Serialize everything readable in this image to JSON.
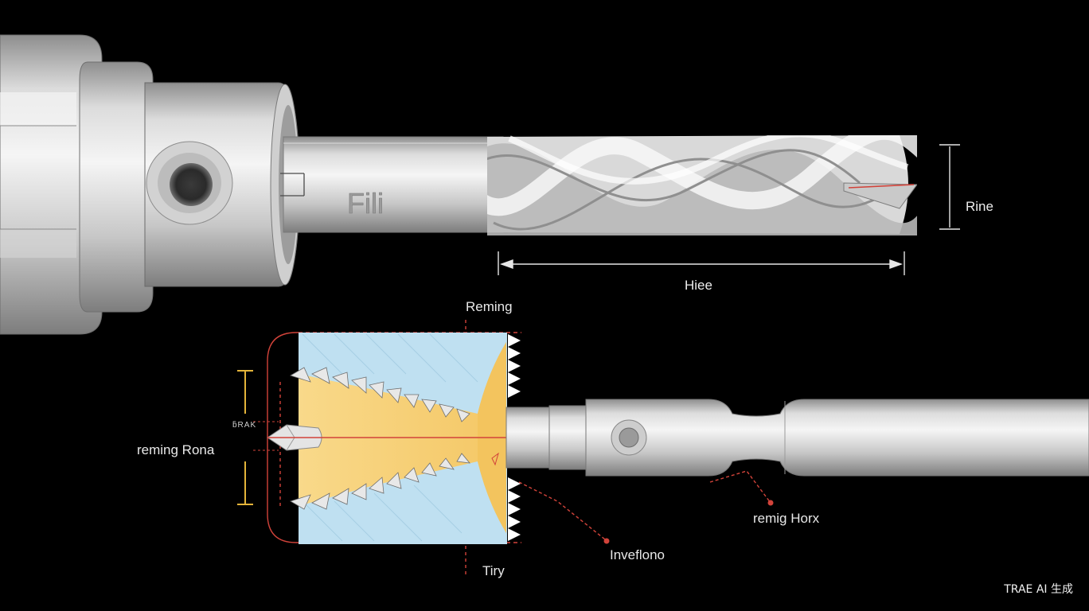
{
  "labels": {
    "top_right": "Rine",
    "top_length": "Hiee",
    "top_shank_mark": "Fili",
    "section_top": "Reming",
    "left": "reming Rona",
    "left_small": "ƃRAK",
    "bottom_middle": "Inveflono",
    "bottom_left": "Tiry",
    "right_shank": "remig Horx"
  },
  "watermark": "TRAE AI 生成",
  "colors": {
    "background": "#000000",
    "metal_light": "#e6e6e6",
    "metal_dark": "#9a9a9a",
    "section_yellow": "#f7d27c",
    "section_blue": "#b9dcef",
    "dimension_red": "#d2433a",
    "dimension_gold": "#e4b43a"
  }
}
